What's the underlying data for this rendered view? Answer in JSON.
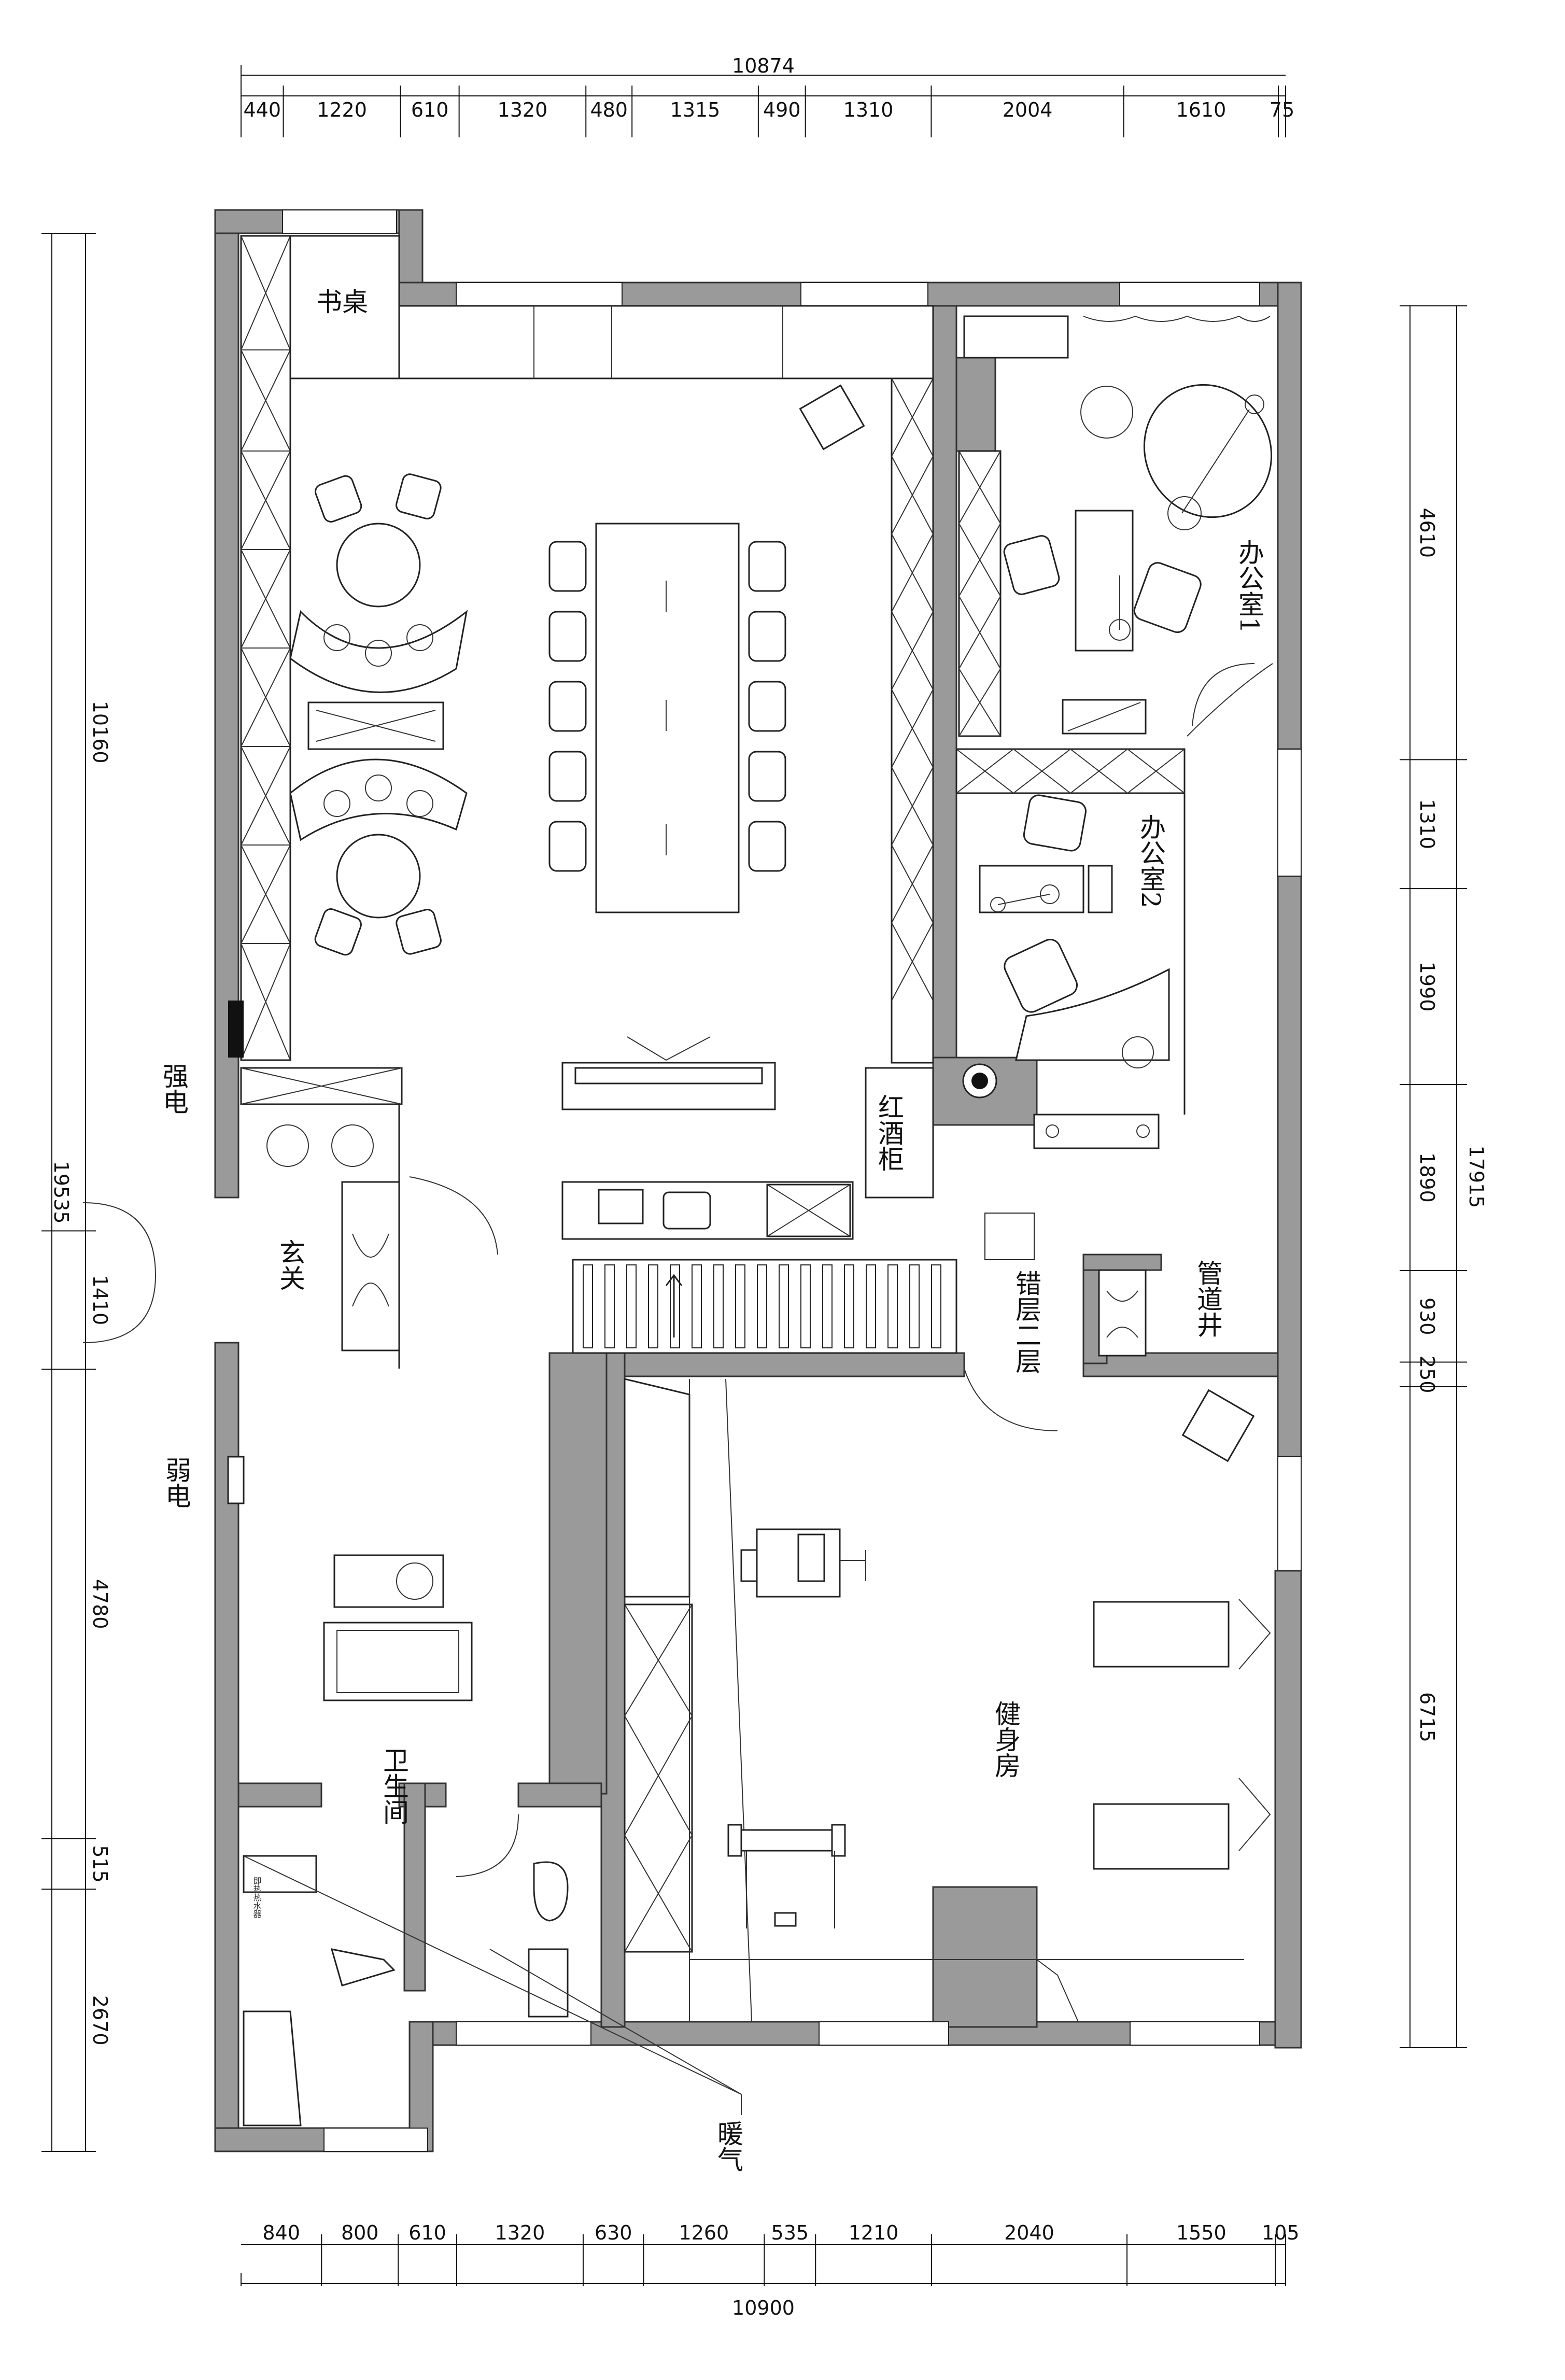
{
  "dimensions": {
    "top_total": "10874",
    "top_segments": [
      "440",
      "1220",
      "610",
      "1320",
      "480",
      "1315",
      "490",
      "1310",
      "2004",
      "1610",
      "75"
    ],
    "bottom_total": "10900",
    "bottom_segments": [
      "840",
      "800",
      "610",
      "1320",
      "630",
      "1260",
      "535",
      "1210",
      "2040",
      "1550",
      "105"
    ],
    "left_total": "19535",
    "left_segments": [
      "10160",
      "1410",
      "4780",
      "515",
      "2670"
    ],
    "right_total": "17915",
    "right_segments": [
      "4610",
      "1310",
      "1990",
      "1890",
      "930",
      "250",
      "6715"
    ]
  },
  "rooms": {
    "desk": "书桌",
    "strong_power": "强电",
    "foyer": "玄关",
    "weak_power": "弱电",
    "wine_cabinet": "红酒柜",
    "split_level": "错层二层",
    "pipe_shaft": "管道井",
    "office1": "办公室1",
    "office2": "办公室2",
    "gym": "健身房",
    "bathroom": "卫生间",
    "water_heater": "即热热水器",
    "heating": "暖气"
  }
}
